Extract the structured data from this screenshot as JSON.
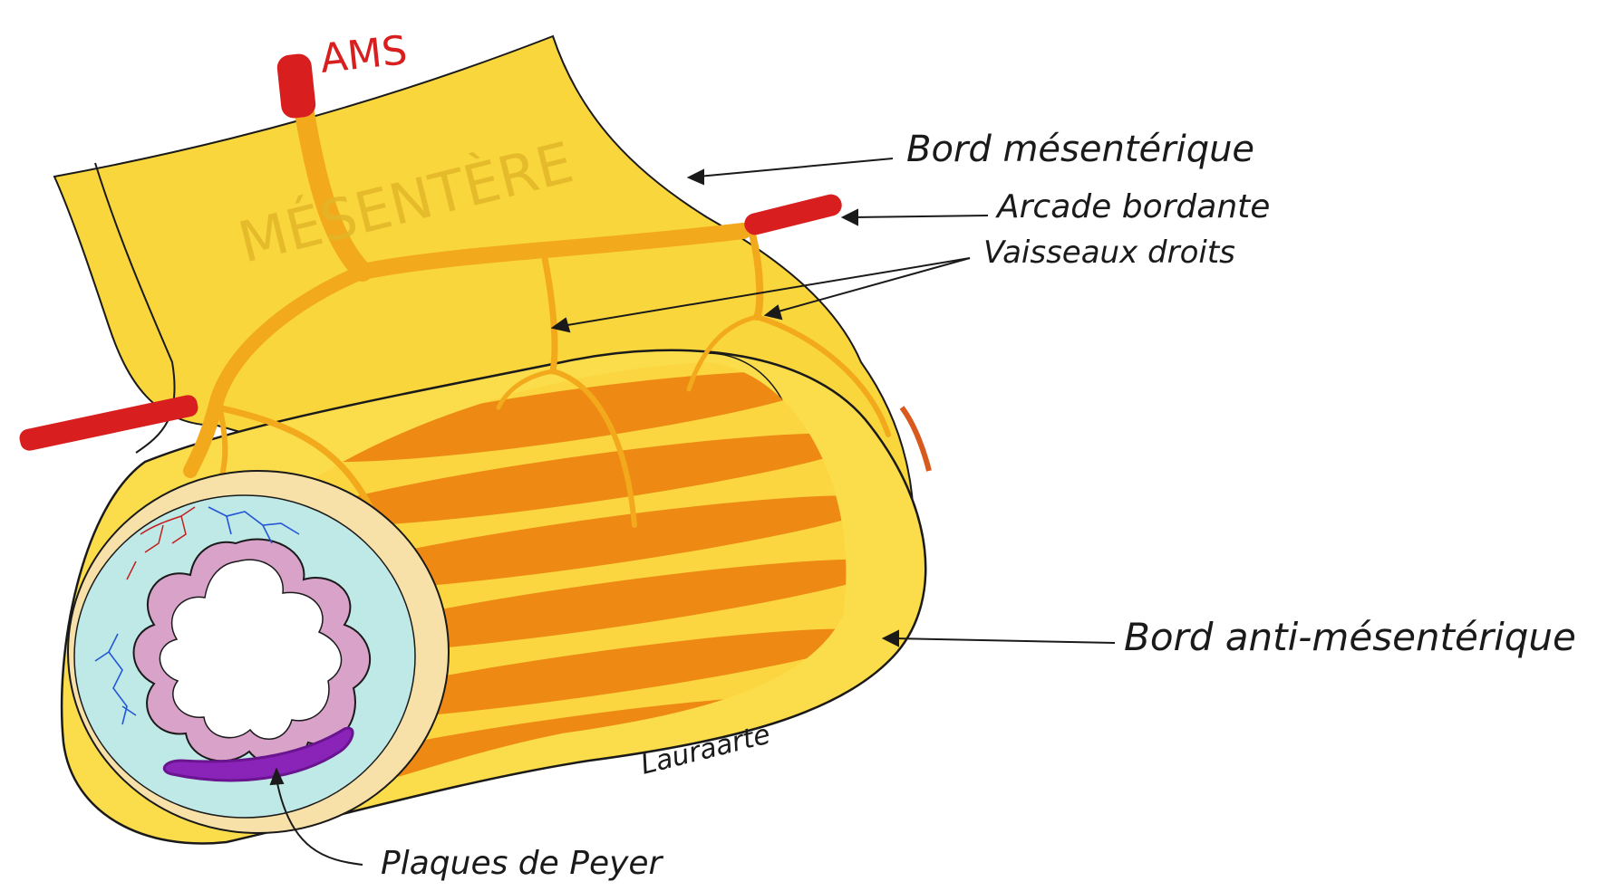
{
  "labels": {
    "ams": "AMS",
    "mesentere": "MÉSENTÈRE",
    "bord_mesenterique": "Bord mésentérique",
    "arcade_bordante": "Arcade bordante",
    "vaisseaux_droits": "Vaisseaux droits",
    "bord_anti_mesenterique": "Bord anti-mésentérique",
    "plaques_de_peyer": "Plaques de Peyer",
    "signature": "Lauraarte"
  },
  "colors": {
    "mesentery": "#f9d63c",
    "mesentery_outline": "#1a1a1a",
    "vessel_branch": "#f2a91c",
    "artery": "#d81e1e",
    "muscle_band": "#ee8a14",
    "submucosa": "#bfe9e6",
    "mucosa": "#d8a2c9",
    "peyer_patch": "#8a23b8",
    "blue_vessel": "#2455d6",
    "label_ams": "#d81e1e"
  }
}
